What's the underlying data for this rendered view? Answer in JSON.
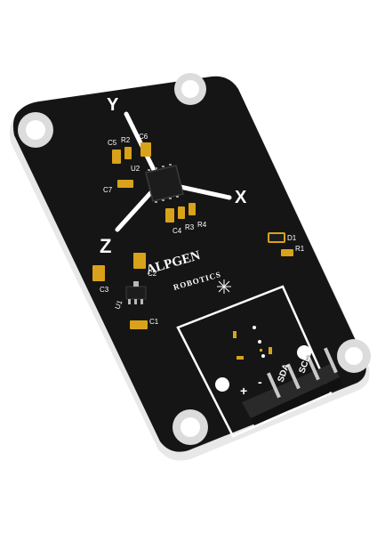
{
  "board": {
    "axes": {
      "y": "Y",
      "x": "X",
      "z": "Z"
    },
    "brand_line1": "ALPGEN",
    "brand_line2": "ROBOTICS",
    "pins": {
      "plus": "+",
      "minus": "-",
      "sda": "SDA",
      "scl": "SCL"
    },
    "labels": {
      "u2": "U2",
      "c5": "C5",
      "r2": "R2",
      "c6": "C6",
      "c7": "C7",
      "c4": "C4",
      "r3": "R3",
      "r4": "R4",
      "d1": "D1",
      "r1": "R1",
      "c3": "C3",
      "c2": "C2",
      "u1": "U1",
      "c1": "C1"
    }
  },
  "colors": {
    "pcb": "#151515",
    "edge": "#e8e8e8",
    "silk": "#ffffff",
    "pad": "#d8a21a",
    "chip": "#1c1c1c",
    "connector": "#2a2a2a"
  }
}
